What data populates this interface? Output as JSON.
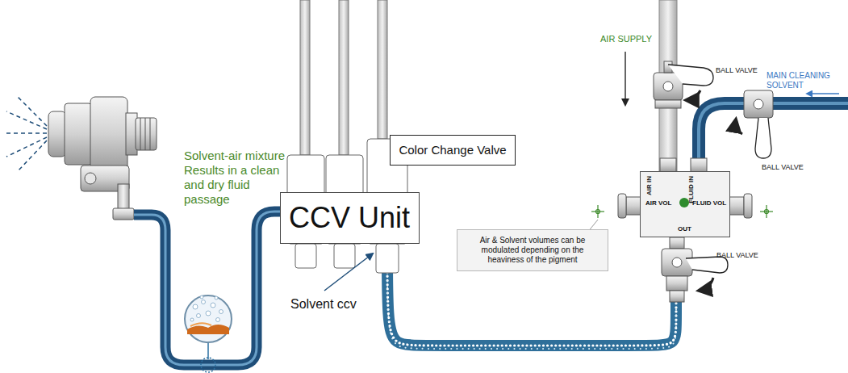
{
  "diagram": {
    "nodes": [
      {
        "text": [
          "CCV Unit"
        ]
      },
      {
        "text": [
          "Color Change Valve"
        ]
      },
      {
        "text": [
          "AIR IN",
          "FLUID IN",
          "AIR VOL",
          "FLUID VOL",
          "OUT"
        ]
      },
      {
        "text": [
          "Air & Solvent volumes can be modulated depending on the heaviness of the pigment"
        ]
      }
    ],
    "edges": [
      {
        "from": 2,
        "to": 0,
        "arrow": "none"
      }
    ],
    "labels": [
      "Solvent-air mixture Results in a clean and dry fluid passage",
      "Solvent ccv",
      "AIR SUPPLY",
      "BALL VALVE",
      "MAIN CLEANING SOLVENT",
      "BALL VALVE",
      "BALL VALVE"
    ]
  }
}
